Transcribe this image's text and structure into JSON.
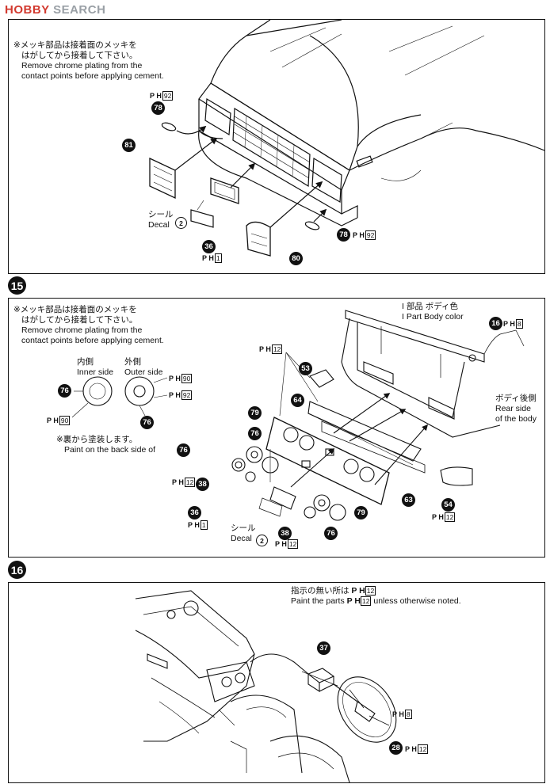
{
  "watermark": {
    "prefix": "HOBBY",
    "suffix": "SEARCH"
  },
  "steps": {
    "s15": "15",
    "s16": "16"
  },
  "panel1": {
    "note_jp_1": "※メッキ部品は接着面のメッキを",
    "note_jp_2": "はがしてから接着して下さい。",
    "note_en_1": "Remove chrome plating from the",
    "note_en_2": "contact points before applying cement.",
    "decal_jp": "シール",
    "decal_en": "Decal",
    "decal_num": "2",
    "parts": [
      "78",
      "81",
      "36",
      "80",
      "78"
    ],
    "refs": [
      "P H",
      "92",
      "P H",
      "1",
      "P H",
      "92"
    ]
  },
  "panel2": {
    "note_jp_1": "※メッキ部品は接着面のメッキを",
    "note_jp_2": "はがしてから接着して下さい。",
    "note_en_1": "Remove chrome plating from the",
    "note_en_2": "contact points before applying cement.",
    "inner_jp": "内側",
    "inner_en": "Inner side",
    "outer_jp": "外側",
    "outer_en": "Outer side",
    "paint_jp": "※裏から塗装します。",
    "paint_en": "Paint on the back side of",
    "i_part_jp": "I 部品 ボディ色",
    "i_part_en": "I Part  Body color",
    "rear_jp": "ボディ後側",
    "rear_en_1": "Rear side",
    "rear_en_2": "of the body",
    "decal_jp": "シール",
    "decal_en": "Decal",
    "decal_num": "2",
    "parts": [
      "76",
      "76",
      "76",
      "16",
      "53",
      "64",
      "79",
      "76",
      "38",
      "36",
      "38",
      "76",
      "79",
      "63",
      "54"
    ],
    "refs": [
      "90",
      "92",
      "90",
      "8",
      "12",
      "12",
      "1",
      "12",
      "12"
    ]
  },
  "panel3": {
    "note_jp": "指示の無い所は",
    "note_en_1": "Paint the parts",
    "note_en_2": "unless otherwise noted.",
    "ref_main": "12",
    "parts": [
      "37",
      "28"
    ],
    "refs": [
      "8",
      "12"
    ]
  },
  "icons": [
    "ph-paint-ref-icon",
    "part-number-icon"
  ]
}
